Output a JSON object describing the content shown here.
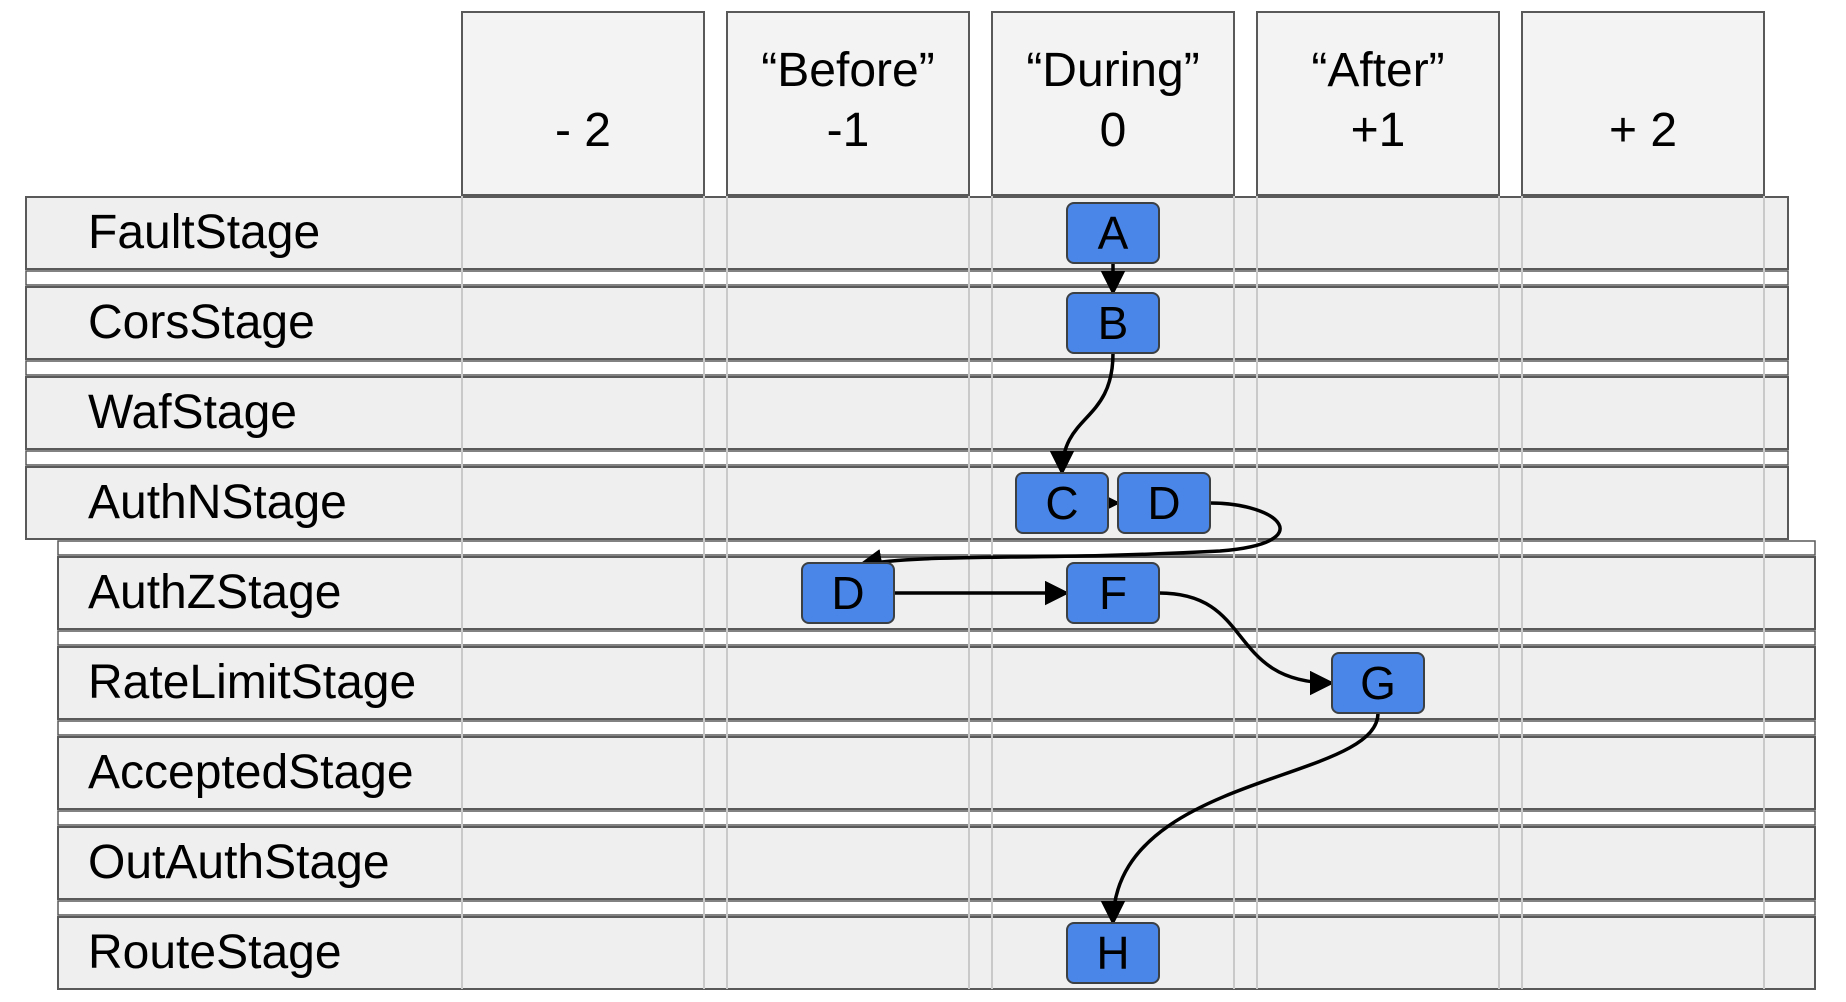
{
  "columns": [
    {
      "caption": "",
      "value": "- 2"
    },
    {
      "caption": "“Before”",
      "value": "-1"
    },
    {
      "caption": "“During”",
      "value": "0"
    },
    {
      "caption": "“After”",
      "value": "+1"
    },
    {
      "caption": "",
      "value": "+ 2"
    }
  ],
  "rows": [
    "FaultStage",
    "CorsStage",
    "WafStage",
    "AuthNStage",
    "AuthZStage",
    "RateLimitStage",
    "AcceptedStage",
    "OutAuthStage",
    "RouteStage"
  ],
  "nodes": [
    {
      "id": "n_A",
      "label": "A",
      "row": 0,
      "col": 2
    },
    {
      "id": "n_B",
      "label": "B",
      "row": 1,
      "col": 2
    },
    {
      "id": "n_C",
      "label": "C",
      "row": 3,
      "col": 2,
      "shift": -0.5
    },
    {
      "id": "n_D1",
      "label": "D",
      "row": 3,
      "col": 2,
      "shift": 0.5
    },
    {
      "id": "n_D2",
      "label": "D",
      "row": 4,
      "col": 1
    },
    {
      "id": "n_F",
      "label": "F",
      "row": 4,
      "col": 2
    },
    {
      "id": "n_G",
      "label": "G",
      "row": 5,
      "col": 3
    },
    {
      "id": "n_H",
      "label": "H",
      "row": 8,
      "col": 2
    }
  ],
  "edges": [
    {
      "from": "n_A",
      "to": "n_B"
    },
    {
      "from": "n_B",
      "to": "n_C"
    },
    {
      "from": "n_C",
      "to": "n_D1"
    },
    {
      "from": "n_D1",
      "to": "n_D2"
    },
    {
      "from": "n_D2",
      "to": "n_F"
    },
    {
      "from": "n_F",
      "to": "n_G"
    },
    {
      "from": "n_G",
      "to": "n_H"
    }
  ],
  "colors": {
    "node_fill": "#4a86e8",
    "node_stroke": "#3c4043",
    "lane_fill": "#efefef",
    "header_fill": "#f3f3f3",
    "border": "#595959",
    "grid_line": "#c9c9c9",
    "arrow": "#000000",
    "text": "#000000"
  }
}
